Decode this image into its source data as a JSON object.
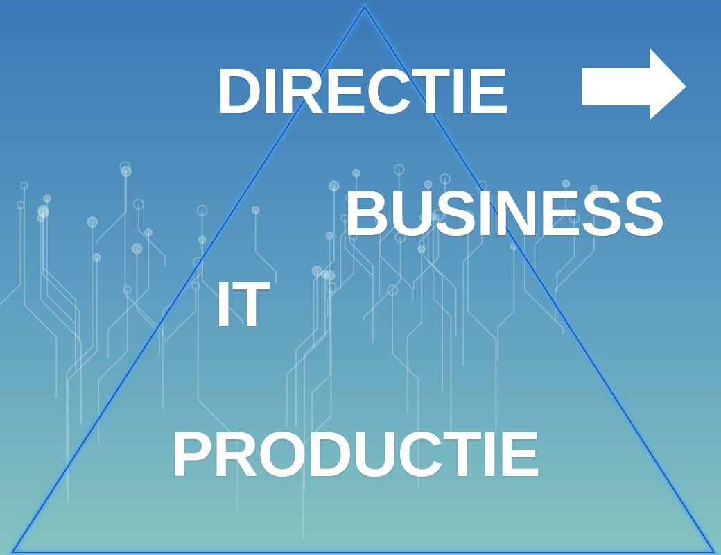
{
  "diagram": {
    "labels": {
      "top": "DIRECTIE",
      "upper_right": "BUSINESS",
      "left": "IT",
      "bottom": "PRODUCTIE"
    },
    "colors": {
      "background_top": "#3a78b8",
      "background_bottom": "#86c4c0",
      "triangle_stroke": "#1f5ca8",
      "triangle_glow": "#4da3ff",
      "text": "#ffffff",
      "arrow": "#ffffff",
      "circuit": "#cfe8ee"
    },
    "icons": {
      "arrow": "arrow-right-icon",
      "background": "circuit-board-pattern"
    }
  }
}
